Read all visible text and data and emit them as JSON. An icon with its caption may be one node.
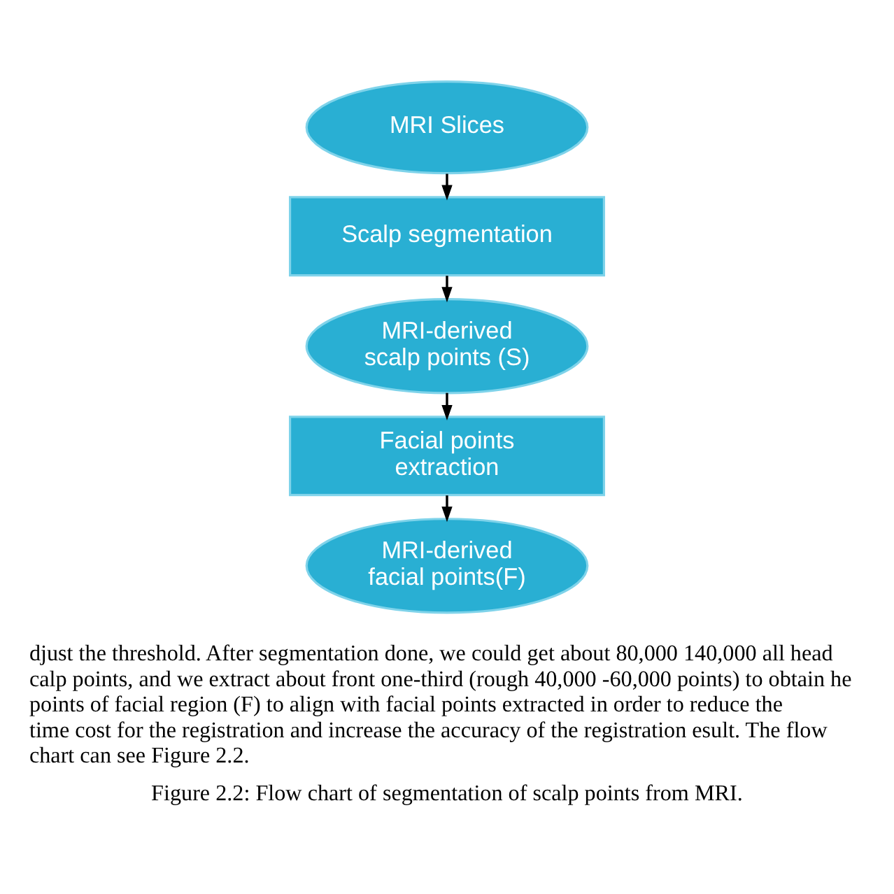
{
  "diagram": {
    "caption": "Figure 2.2: Flow chart of segmentation of scalp points from MRI.",
    "nodes": [
      {
        "text": [
          "MRI Slices"
        ]
      },
      {
        "text": [
          "Scalp segmentation"
        ]
      },
      {
        "text": [
          "MRI-derived scalp points (S)"
        ]
      },
      {
        "text": [
          "Facial points extraction"
        ]
      },
      {
        "text": [
          "MRI-derived facial points(F)"
        ]
      }
    ],
    "edges": [
      {
        "from": 0,
        "to": 1,
        "arrow": "to"
      },
      {
        "from": 1,
        "to": 2,
        "arrow": "to"
      },
      {
        "from": 2,
        "to": 3,
        "arrow": "to"
      },
      {
        "from": 3,
        "to": 4,
        "arrow": "to"
      }
    ],
    "labels": [
      "djust the threshold. After segmentation done, we could get about 80,000 140,000 all head calp points, and we extract about front one-third (rough 40,000 -60,000 points) to obtain he points of facial region (F) to align with facial points extracted in order to reduce the time cost for the registration and increase the accuracy of the registration esult. The flow chart can see Figure 2.2."
    ]
  }
}
